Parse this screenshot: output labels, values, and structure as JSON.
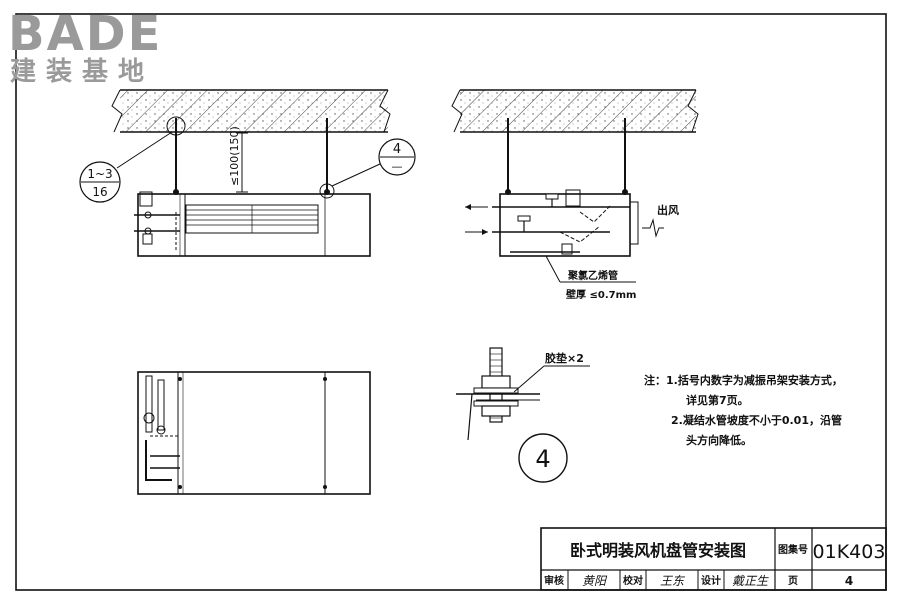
{
  "logo": {
    "brand": "BADE",
    "subtitle": "建装基地"
  },
  "labels": {
    "callout_left_top": "1~3",
    "callout_left_bottom": "16",
    "callout_right_top": "4",
    "callout_right_bottom": "—",
    "dimension": "≤100(150)",
    "air_outlet": "出风",
    "pipe_name": "聚氯乙烯管",
    "pipe_wall": "壁厚 ≤0.7mm",
    "washer": "胶垫×2",
    "detail_number": "4"
  },
  "notes": {
    "line1": "注：1.括号内数字为减振吊架安装方式，",
    "line2": "详见第7页。",
    "line3": "2.凝结水管坡度不小于0.01，沿管",
    "line4": "头方向降低。"
  },
  "title_block": {
    "title": "卧式明装风机盘管安装图",
    "atlas_label": "图集号",
    "atlas_number": "01K403",
    "review_label": "审核",
    "review_sig": "黄阳",
    "check_label": "校对",
    "check_sig": "王东",
    "design_label": "设计",
    "design_sig": "戴正生",
    "page_label": "页",
    "page_number": "4"
  },
  "colors": {
    "line": "#111111",
    "logo": "#9a9a9a",
    "hatch": "#444444"
  }
}
